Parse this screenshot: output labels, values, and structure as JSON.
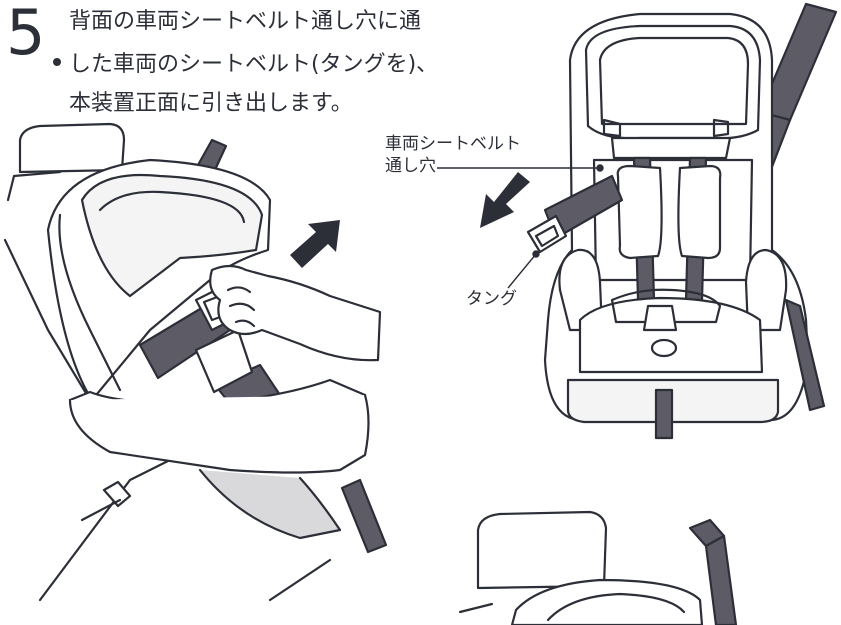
{
  "step": {
    "number": "5",
    "lines": [
      "背面の車両シートベルト通し穴に通",
      "した車両のシートベルト(タングを)、",
      "本装置正面に引き出します。"
    ]
  },
  "callouts": {
    "belt_hole_line1": "車両シートベルト",
    "belt_hole_line2": "通し穴",
    "tongue": "タング"
  },
  "colors": {
    "ink": "#2c2f38",
    "belt": "#5d5c66",
    "shade": "#d9d9dc",
    "fill": "#f4f4f5"
  },
  "icons": [
    "arrow-up-right-icon",
    "arrow-down-left-icon"
  ]
}
